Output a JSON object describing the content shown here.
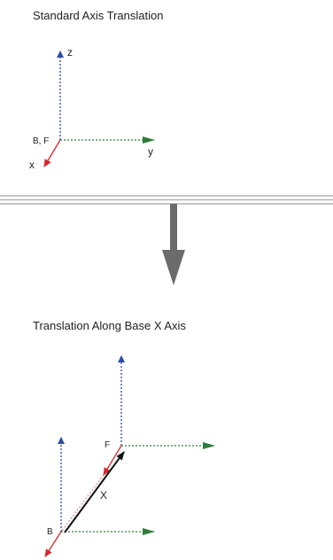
{
  "top_diagram": {
    "title": "Standard Axis Translation",
    "axis_labels": {
      "z": "z",
      "y": "y",
      "x": "x"
    },
    "point_label": "B, F"
  },
  "bottom_diagram": {
    "title": "Translation Along Base X Axis",
    "point_base": "B",
    "point_frame": "F",
    "translation_label": "X"
  },
  "colors": {
    "x_axis": "#d8262e",
    "y_axis": "#2e7d3a",
    "z_axis": "#2a4aa8",
    "separator": "#b4b4b4",
    "down_arrow": "#6b6b6b",
    "translation_vector": "#111111"
  }
}
